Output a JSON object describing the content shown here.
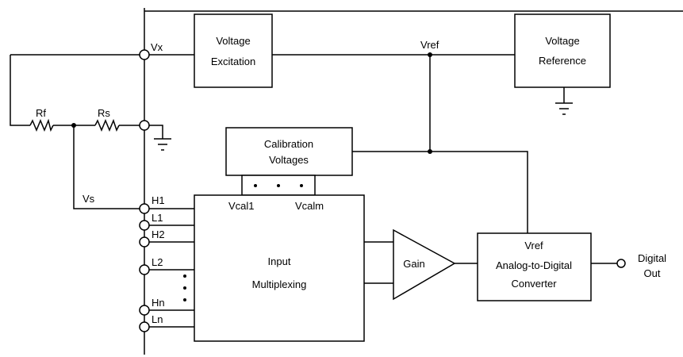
{
  "blocks": {
    "voltage_excitation": [
      "Voltage",
      "Excitation"
    ],
    "voltage_reference": [
      "Voltage",
      "Reference"
    ],
    "calibration_voltages": [
      "Calibration",
      "Voltages"
    ],
    "input_multiplexing": [
      "Input",
      "Multiplexing"
    ],
    "gain": "Gain",
    "adc": [
      "Vref",
      "Analog-to-Digital",
      "Converter"
    ],
    "digital_out": [
      "Digital",
      "Out"
    ]
  },
  "nodes": {
    "vx": "Vx",
    "vref": "Vref",
    "vs": "Vs",
    "vcal1": "Vcal1",
    "vcalm": "Vcalm"
  },
  "components": {
    "rf": "Rf",
    "rs": "Rs"
  },
  "inputs": [
    "H1",
    "L1",
    "H2",
    "L2",
    "Hn",
    "Ln"
  ]
}
